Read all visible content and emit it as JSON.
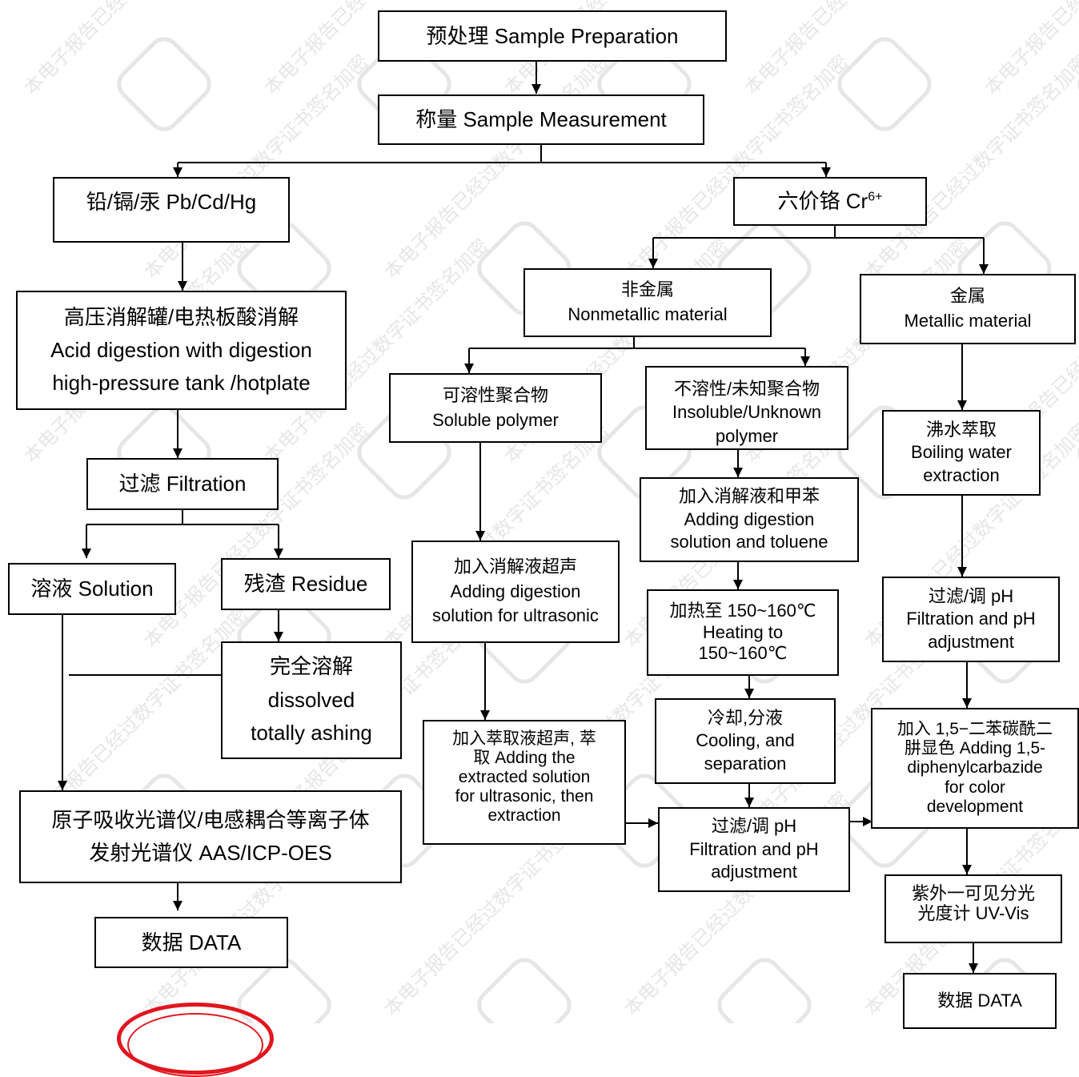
{
  "flow": {
    "prep": "预处理 Sample Preparation",
    "measure": "称量 Sample Measurement",
    "pbcdhg": "铅/镉/汞 Pb/Cd/Hg",
    "cr6": {
      "main": "六价铬 Cr",
      "sup": "6+"
    },
    "left": {
      "digestion": [
        "高压消解罐/电热板酸消解",
        "Acid digestion with digestion",
        "high-pressure tank /hotplate"
      ],
      "filtration": "过滤 Filtration",
      "solution": "溶液 Solution",
      "residue": "残渣 Residue",
      "dissolved": [
        "完全溶解",
        "dissolved",
        "totally ashing"
      ],
      "instrument": [
        "原子吸收光谱仪/电感耦合等离子体",
        "发射光谱仪 AAS/ICP-OES"
      ],
      "data": "数据 DATA"
    },
    "nonmetal": {
      "title": [
        "非金属",
        "Nonmetallic material"
      ],
      "soluble": [
        "可溶性聚合物",
        "Soluble polymer"
      ],
      "ultrasonic": [
        "加入消解液超声",
        "Adding digestion",
        "solution for ultrasonic"
      ],
      "extract": [
        "加入萃取液超声, 萃",
        "取 Adding the",
        "extracted solution",
        "for ultrasonic, then",
        "extraction"
      ],
      "insoluble": [
        "不溶性/未知聚合物",
        "Insoluble/Unknown",
        "polymer"
      ],
      "toluene": [
        "加入消解液和甲苯",
        "Adding digestion",
        "solution and toluene"
      ],
      "heating": [
        "加热至 150~160℃",
        "Heating to",
        "150~160℃"
      ],
      "cooling": [
        "冷却,分液",
        "Cooling, and",
        "separation"
      ],
      "filter_ph": [
        "过滤/调 pH",
        "Filtration and pH",
        "adjustment"
      ]
    },
    "metal": {
      "title": [
        "金属",
        "Metallic material"
      ],
      "boiling": [
        "沸水萃取",
        "Boiling water",
        "extraction"
      ],
      "filter_ph": [
        "过滤/调 pH",
        "Filtration and pH",
        "adjustment"
      ],
      "color": [
        "加入 1,5−二苯碳酰二",
        "肼显色 Adding 1,5-",
        "diphenylcarbazide",
        "for color",
        "development"
      ],
      "uvvis": [
        "紫外一可见分光",
        "光度计 UV-Vis"
      ],
      "data": "数据 DATA"
    }
  },
  "watermark": "本电子报告已经过数字证书签名加密",
  "colors": {
    "stamp": "#e0161e",
    "watermark": "#e6e6e6"
  }
}
